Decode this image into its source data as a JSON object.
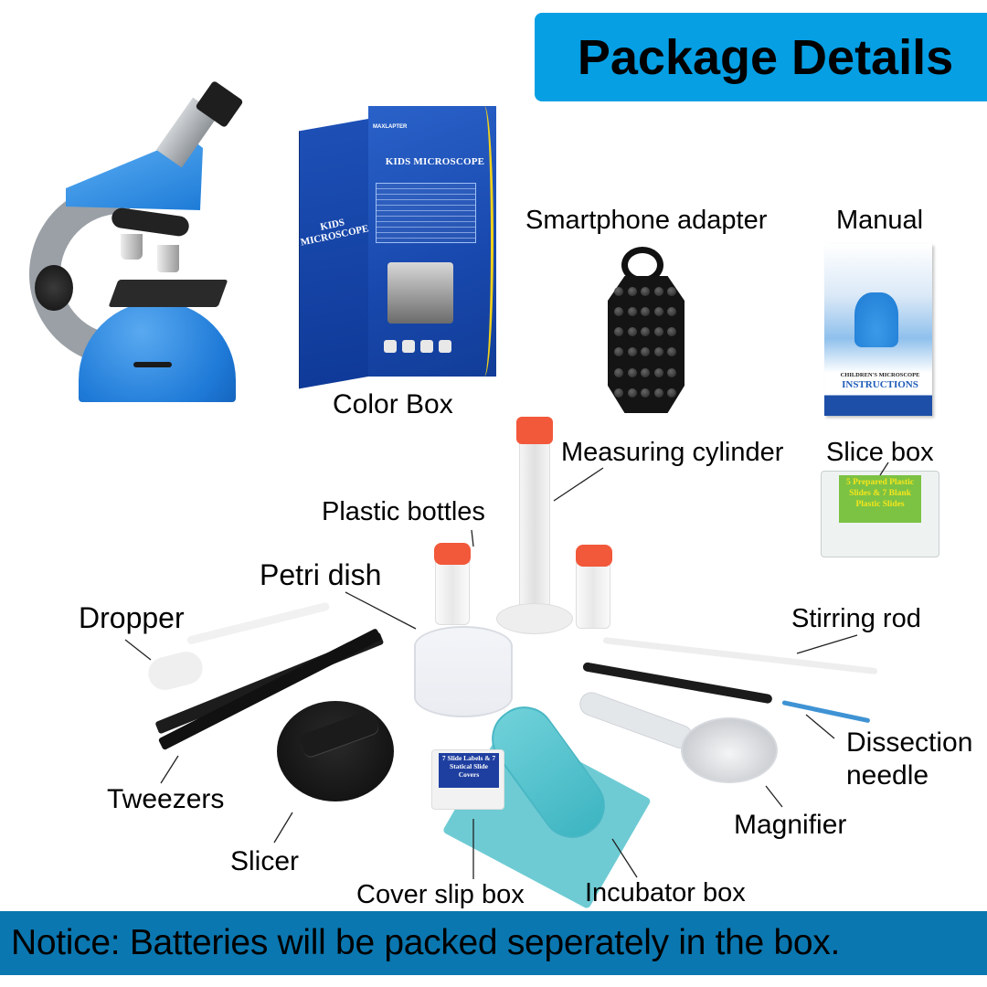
{
  "header": {
    "title": "Package Details",
    "title_bg_color": "#069fe4"
  },
  "items": {
    "microscope": {
      "name": "Kids microscope",
      "color": "#1f7bd8"
    },
    "color_box": {
      "label": "Color Box",
      "brand": "MAXLAPTER",
      "box_title": "KIDS MICROSCOPE",
      "side_title": "KIDS MICROSCOPE"
    },
    "smartphone_adapter": {
      "label": "Smartphone adapter"
    },
    "manual": {
      "label": "Manual",
      "cover_line1": "CHILDREN'S MICROSCOPE",
      "cover_line2": "INSTRUCTIONS"
    },
    "measuring_cylinder": {
      "label": "Measuring cylinder"
    },
    "slice_box": {
      "label": "Slice box",
      "box_text": "5 Prepared Plastic Slides & 7 Blank Plastic Slides"
    },
    "plastic_bottles": {
      "label": "Plastic bottles"
    },
    "petri_dish": {
      "label": "Petri dish"
    },
    "dropper": {
      "label": "Dropper"
    },
    "stirring_rod": {
      "label": "Stirring rod"
    },
    "dissection_needle": {
      "label_line1": "Dissection",
      "label_line2": "needle"
    },
    "tweezers": {
      "label": "Tweezers"
    },
    "magnifier": {
      "label": "Magnifier"
    },
    "slicer": {
      "label": "Slicer"
    },
    "cover_slip_box": {
      "label": "Cover slip box",
      "box_text": "7 Slide Labels & 7 Statical Slide Covers"
    },
    "incubator_box": {
      "label": "Incubator box"
    }
  },
  "notice": {
    "text": "Notice: Batteries will be packed seperately in the box.",
    "bg_color": "#0b77b0"
  }
}
